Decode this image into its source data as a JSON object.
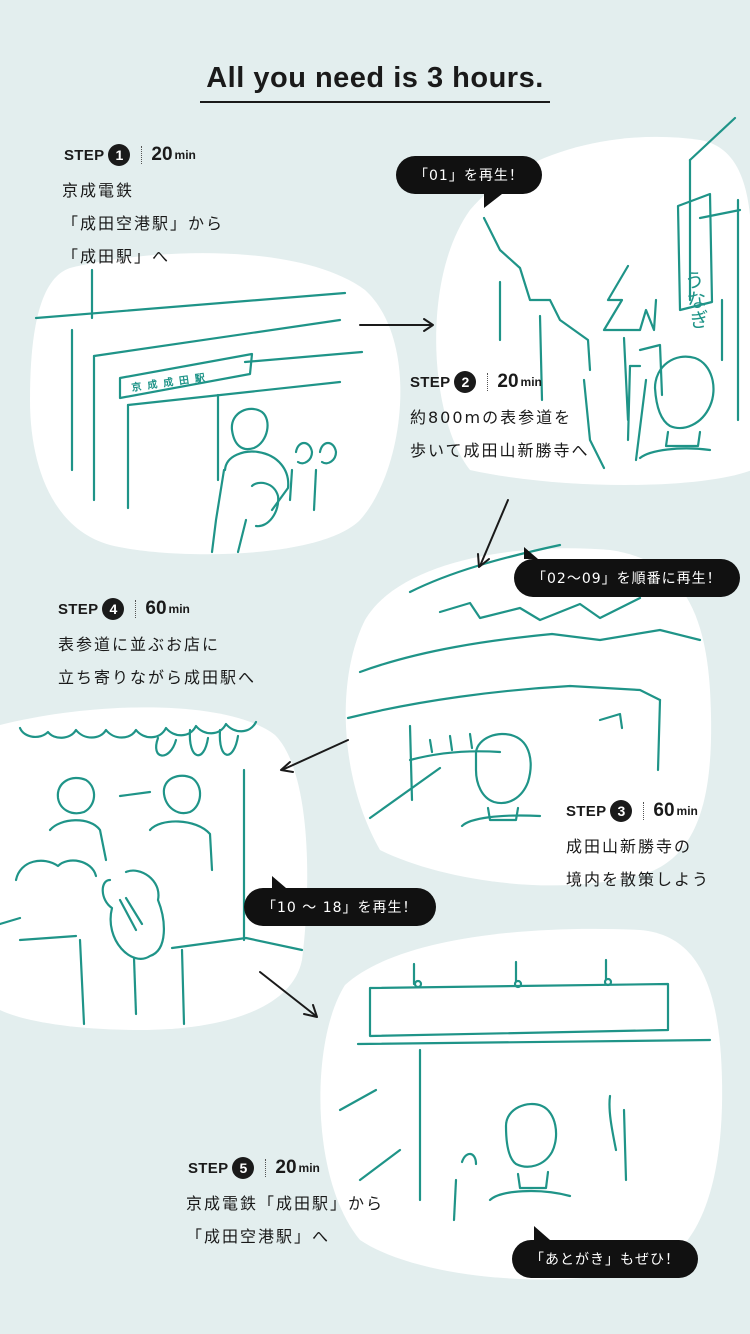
{
  "title": "All you need is 3 hours.",
  "colors": {
    "line": "#1f9488",
    "ink": "#1a1a1a",
    "background": "#e3eeee"
  },
  "steps": [
    {
      "label": "STEP",
      "number": "1",
      "duration": "20",
      "unit": "min",
      "desc": "京成電鉄\n「成田空港駅」から\n「成田駅」へ"
    },
    {
      "label": "STEP",
      "number": "2",
      "duration": "20",
      "unit": "min",
      "desc": "約800mの表参道を\n歩いて成田山新勝寺へ"
    },
    {
      "label": "STEP",
      "number": "3",
      "duration": "60",
      "unit": "min",
      "desc": "成田山新勝寺の\n境内を散策しよう"
    },
    {
      "label": "STEP",
      "number": "4",
      "duration": "60",
      "unit": "min",
      "desc": "表参道に並ぶお店に\n立ち寄りながら成田駅へ"
    },
    {
      "label": "STEP",
      "number": "5",
      "duration": "20",
      "unit": "min",
      "desc": "京成電鉄「成田駅」から\n「成田空港駅」へ"
    }
  ],
  "bubbles": [
    {
      "text": "「01」を再生！"
    },
    {
      "text": "「02〜09」を順番に再生！"
    },
    {
      "text": "「10 〜 18」を再生！"
    },
    {
      "text": "「あとがき」もぜひ！"
    }
  ],
  "illustrations": {
    "station_sign": "京成成田駅",
    "shop_sign": "うなぎ"
  },
  "icons": [
    "arrow-icon"
  ]
}
